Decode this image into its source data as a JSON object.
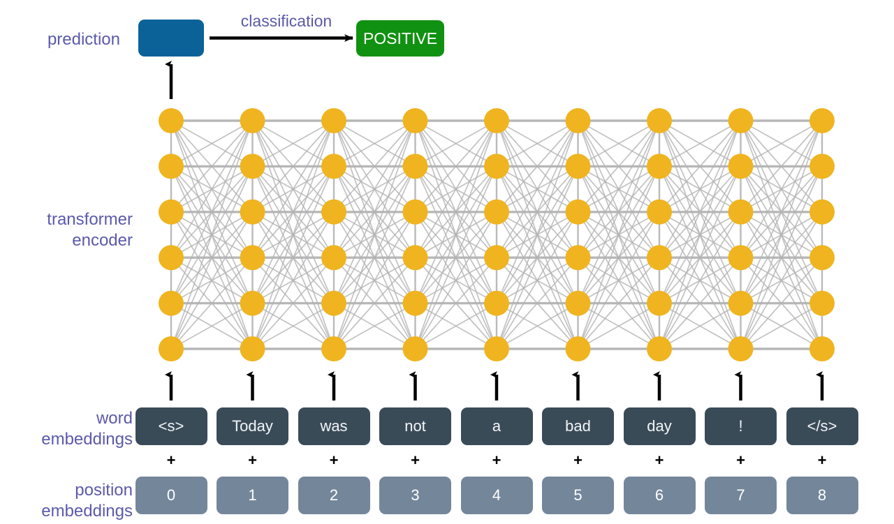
{
  "diagram": {
    "title_labels": {
      "prediction": "prediction",
      "transformer_encoder": "transformer\nencoder",
      "word_embeddings": "word\nembeddings",
      "position_embeddings": "position\nembeddings",
      "classification": "classification"
    },
    "prediction_output": "POSITIVE",
    "tokens": [
      "<s>",
      "Today",
      "was",
      "not",
      "a",
      "bad",
      "day",
      "!",
      "</s>"
    ],
    "positions": [
      "0",
      "1",
      "2",
      "3",
      "4",
      "5",
      "6",
      "7",
      "8"
    ],
    "plus_symbol": "+",
    "encoder": {
      "columns": 9,
      "rows": 6
    },
    "colors": {
      "label_purple": "#5a5aab",
      "prediction_blue": "#0b6299",
      "positive_green": "#119111",
      "node_yellow": "#efb41f",
      "edge_gray": "#b3b3b3",
      "token_dark": "#3a4b58",
      "position_gray": "#74869a",
      "arrow_black": "#000000",
      "background": "#ffffff"
    }
  }
}
